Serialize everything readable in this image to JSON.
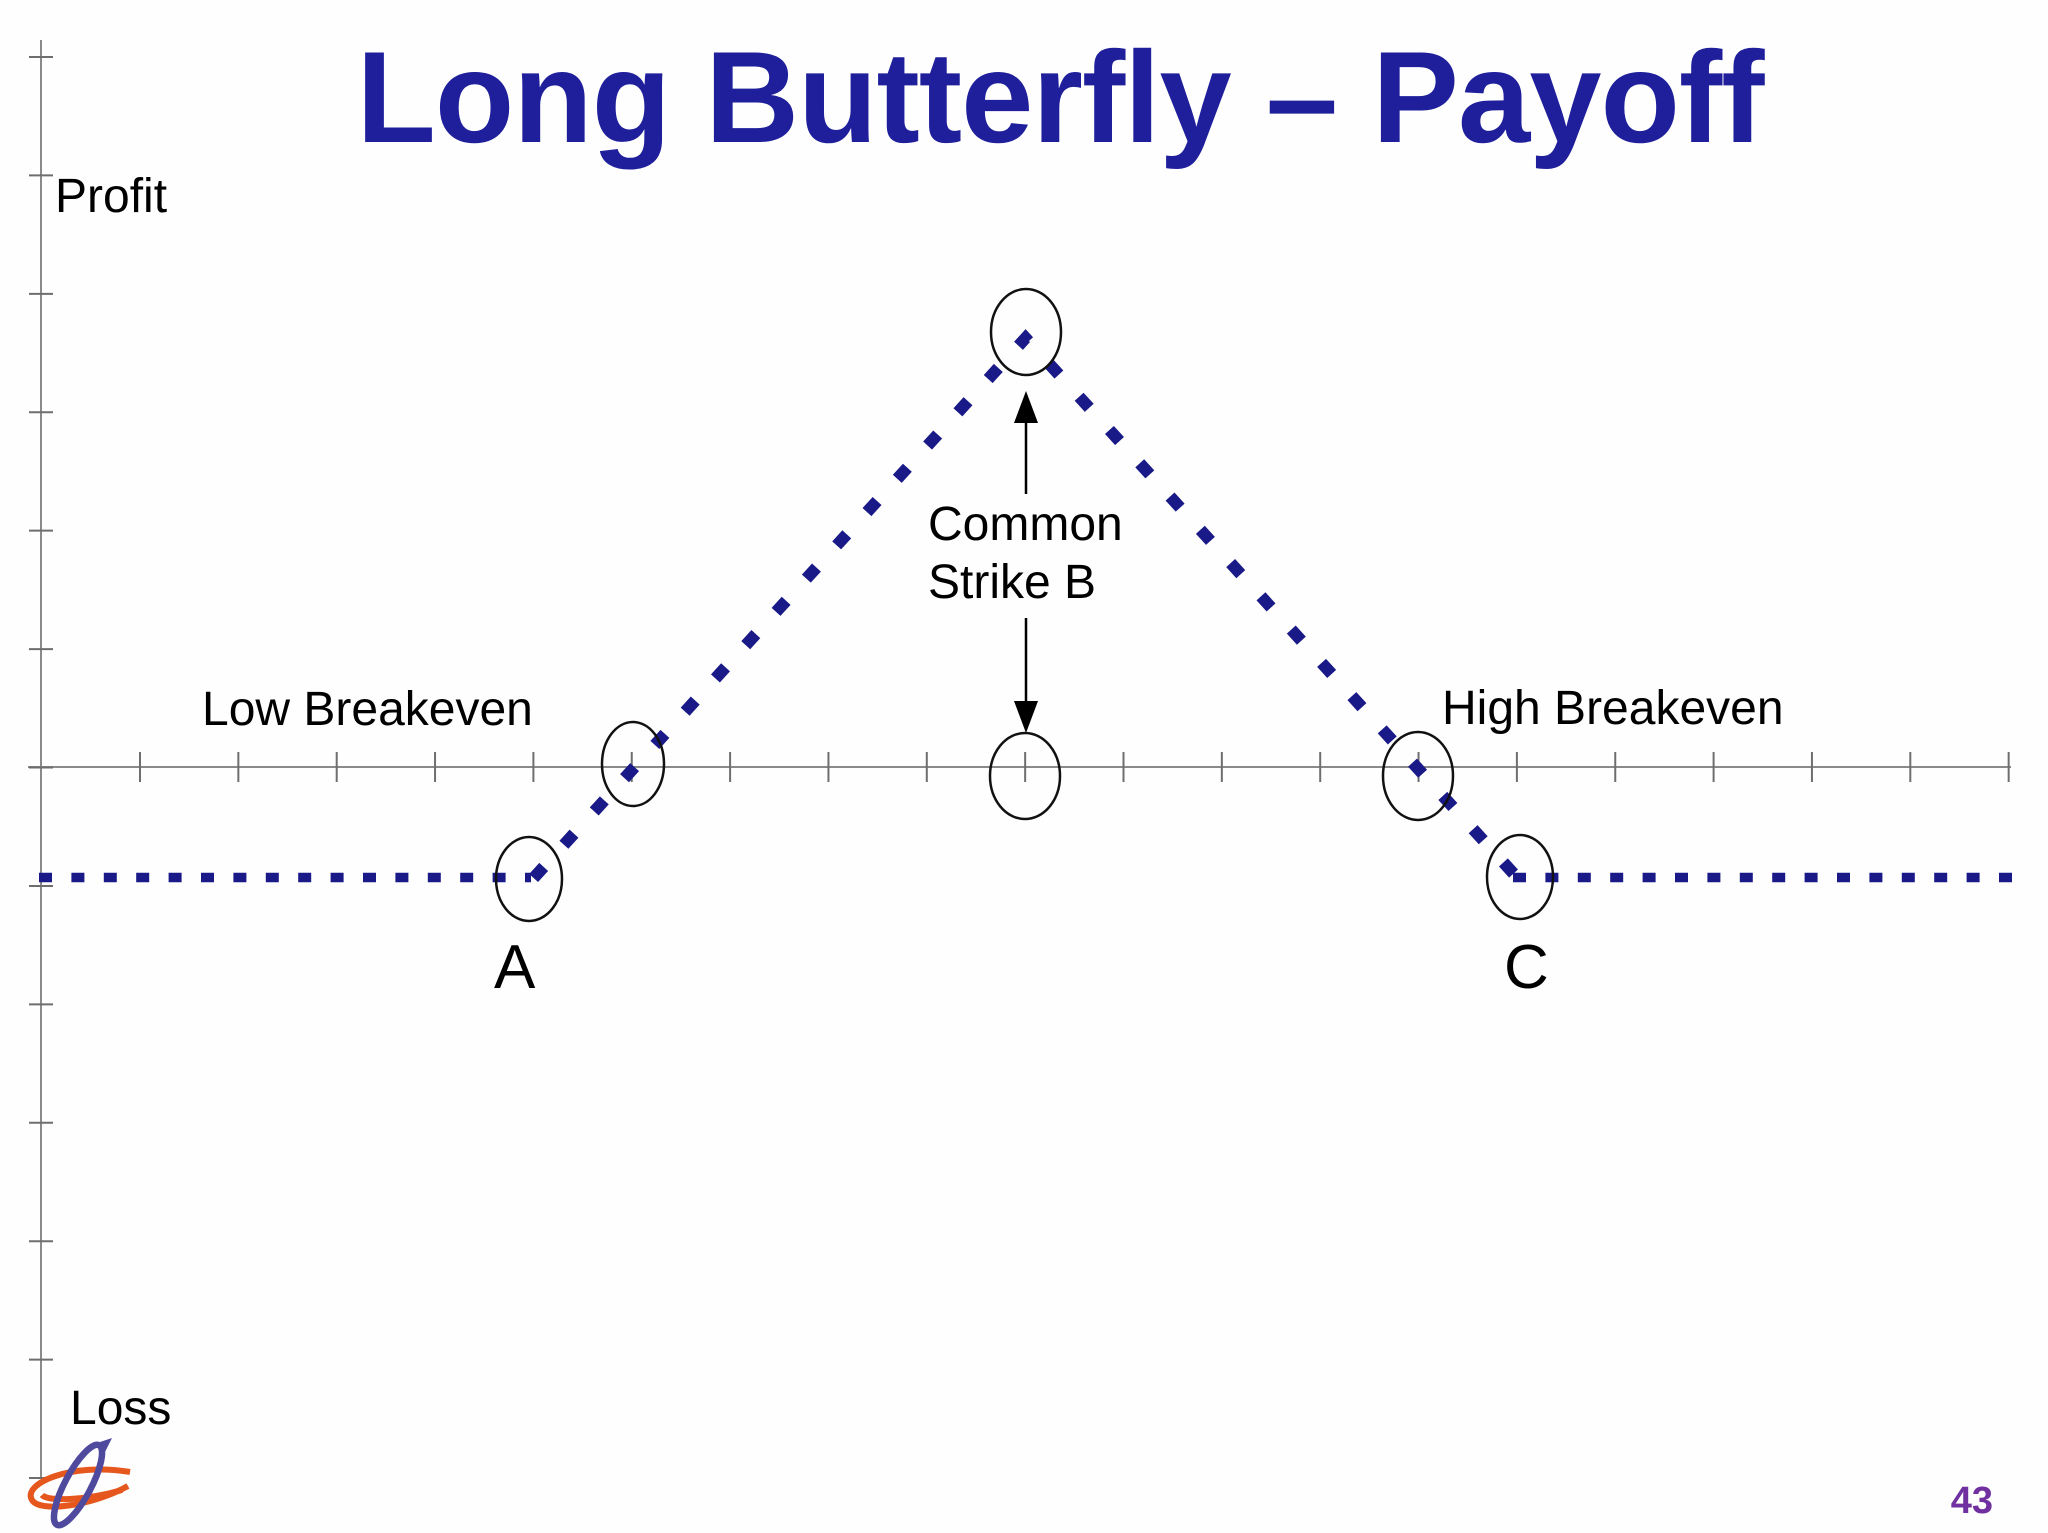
{
  "slide": {
    "title": "Long Butterfly – Payoff",
    "page_number": "43"
  },
  "chart": {
    "y_axis_top_label": "Profit",
    "y_axis_bottom_label": "Loss",
    "labels": {
      "low_breakeven": "Low Breakeven",
      "high_breakeven": "High Breakeven",
      "common_strike_line1": "Common",
      "common_strike_line2": "Strike B",
      "point_a": "A",
      "point_c": "C"
    }
  },
  "colors": {
    "title_navy": "#1f1f9c",
    "payoff_navy": "#191987",
    "axis_gray": "#8a8a8a",
    "tick_gray": "#6e6e6e",
    "page_number_purple": "#7030a0",
    "logo_purple": "#4f4a9e",
    "logo_orange": "#e5571c"
  },
  "chart_data": {
    "type": "line",
    "title": "Long Butterfly – Payoff",
    "x_axis": {
      "label": "",
      "tick_labels": [],
      "ticks_shown": 20
    },
    "y_axis": {
      "top_label": "Profit",
      "bottom_label": "Loss",
      "tick_labels": [],
      "ticks_shown": 13
    },
    "series": [
      {
        "name": "long-butterfly-payoff-at-expiration",
        "style": "dashed",
        "color": "#191987",
        "points_x": [
          "far left",
          "A",
          "Low Breakeven",
          "Common Strike B",
          "High Breakeven",
          "C",
          "far right"
        ],
        "points_profit_relative": [
          -0.205,
          -0.205,
          0,
          1.0,
          0,
          -0.205,
          -0.205
        ]
      }
    ],
    "annotations": [
      "Low Breakeven",
      "Common Strike B",
      "High Breakeven",
      "A",
      "C"
    ],
    "circled_points": [
      "A",
      "Low Breakeven",
      "peak at strike B",
      "strike B on axis",
      "High Breakeven",
      "C"
    ],
    "legend": "none",
    "grid": false
  }
}
